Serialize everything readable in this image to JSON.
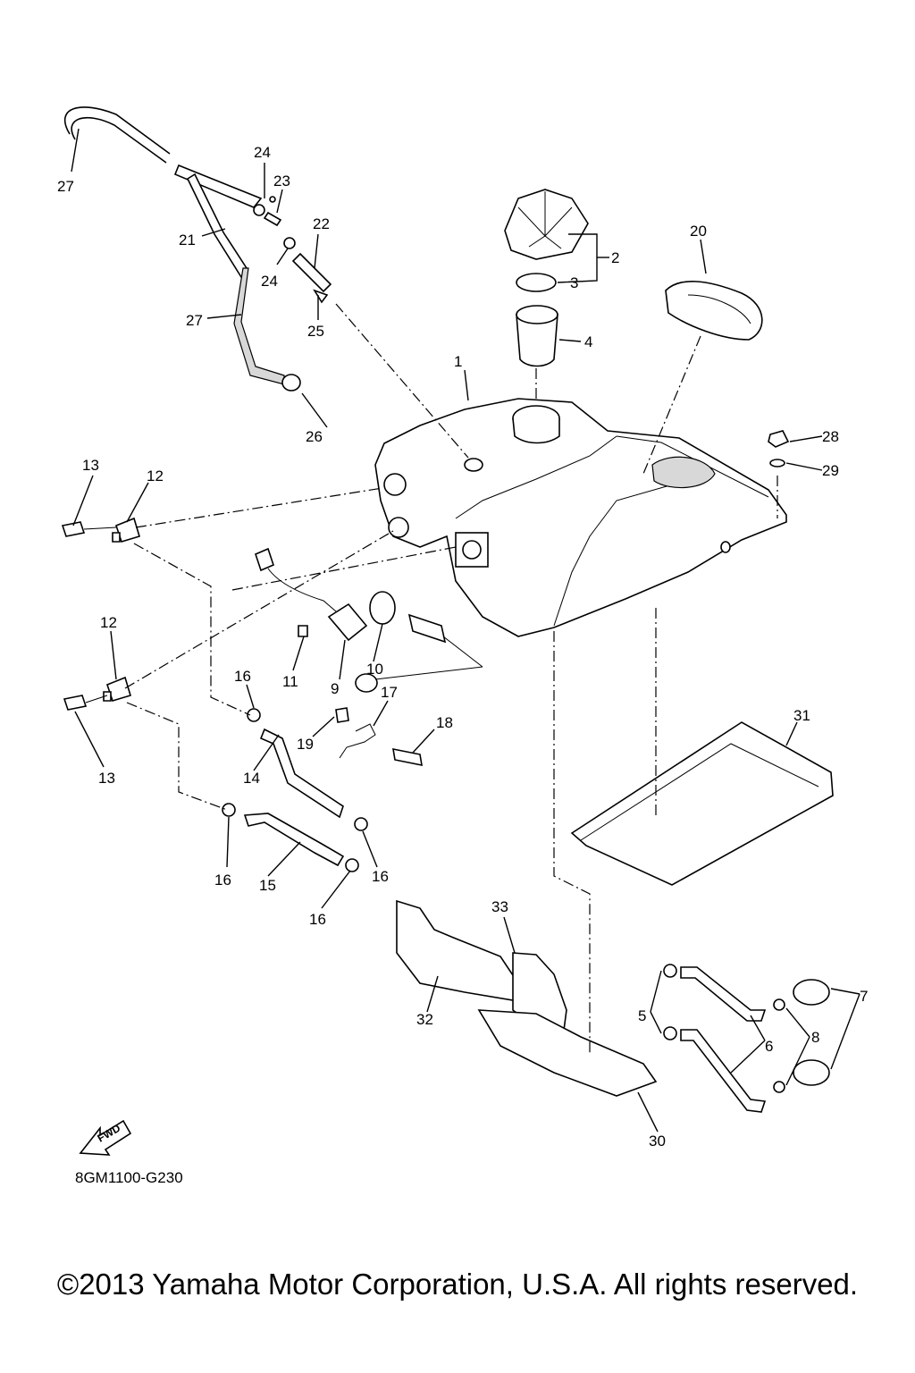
{
  "callouts": {
    "c1": "1",
    "c2": "2",
    "c3": "3",
    "c4": "4",
    "c5": "5",
    "c6": "6",
    "c7": "7",
    "c8": "8",
    "c9": "9",
    "c10": "10",
    "c11": "11",
    "c12a": "12",
    "c12b": "12",
    "c13a": "13",
    "c13b": "13",
    "c14": "14",
    "c15": "15",
    "c16a": "16",
    "c16b": "16",
    "c16c": "16",
    "c16d": "16",
    "c17": "17",
    "c18": "18",
    "c19": "19",
    "c20": "20",
    "c21": "21",
    "c22": "22",
    "c23": "23",
    "c24a": "24",
    "c24b": "24",
    "c25": "25",
    "c26": "26",
    "c27a": "27",
    "c27b": "27",
    "c28": "28",
    "c29": "29",
    "c30": "30",
    "c31": "31",
    "c32": "32",
    "c33": "33"
  },
  "fwd_label": "FWD",
  "diagram_code": "8GM1100-G230",
  "copyright": "©2013 Yamaha Motor Corporation, U.S.A. All rights reserved."
}
